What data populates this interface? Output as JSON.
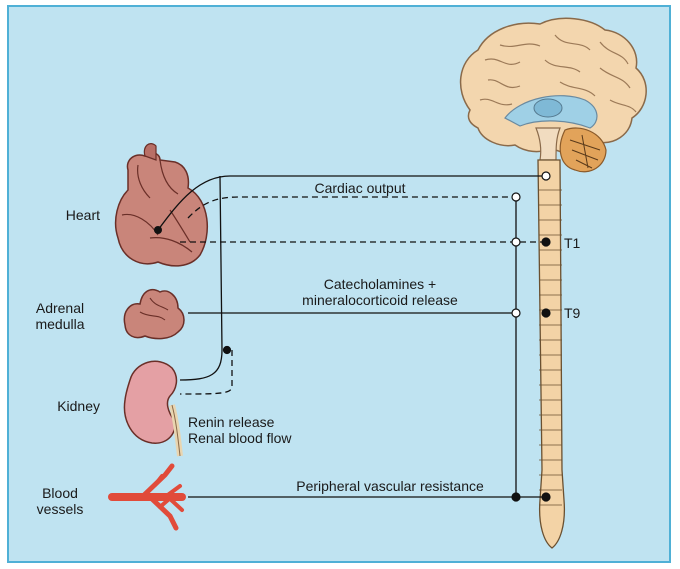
{
  "organs": {
    "heart": "Heart",
    "adrenal_line1": "Adrenal",
    "adrenal_line2": "medulla",
    "kidney": "Kidney",
    "vessels_line1": "Blood",
    "vessels_line2": "vessels"
  },
  "pathways": {
    "cardiac_output": "Cardiac output",
    "catecholamines_line1": "Catecholamines +",
    "catecholamines_line2": "mineralocorticoid release",
    "renin_release": "Renin release",
    "renal_blood_flow": "Renal blood flow",
    "peripheral_resistance": "Peripheral vascular resistance"
  },
  "spinal_levels": {
    "t1": "T1",
    "t9": "T9"
  },
  "colors": {
    "background": "#bfe3f1",
    "border": "#4fb0d6",
    "spinal_cord": "#f3d3a6",
    "organ_tissue": "#c9857a",
    "line": "#111111"
  },
  "icons": [
    "brain-icon",
    "spinal-cord-icon",
    "heart-icon",
    "adrenal-gland-icon",
    "kidney-icon",
    "blood-vessels-icon"
  ]
}
